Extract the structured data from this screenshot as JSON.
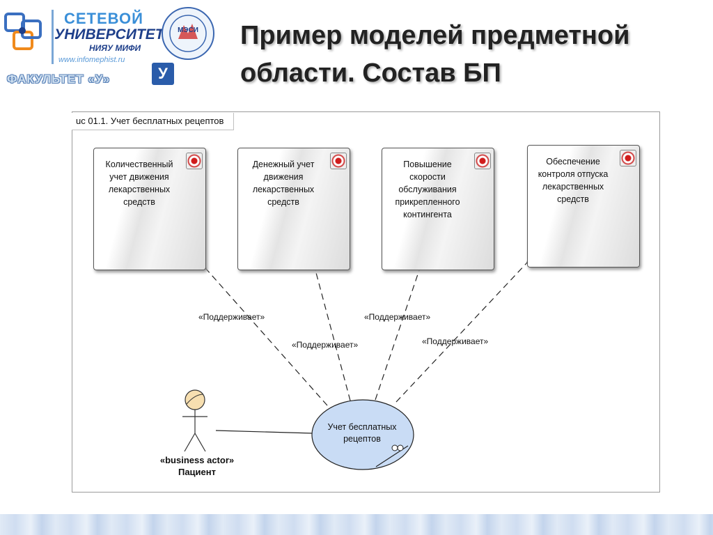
{
  "header": {
    "logo_line1": "СЕТЕВОЙ",
    "logo_line2": "УНИВЕРСИТЕТ",
    "logo_line3": "НИЯУ МИФИ",
    "logo_url": "www.infomephist.ru",
    "faculty": "ФАКУЛЬТЕТ «У»",
    "faculty_logo_letter": "У",
    "title": "Пример моделей предметной области. Состав БП"
  },
  "diagram": {
    "frame_label": "uc 01.1. Учет бесплатных рецептов",
    "goals": [
      {
        "text": "Количественный учет движения лекарственных средств",
        "icon": "goal-target-icon"
      },
      {
        "text": "Денежный учет движения лекарственных средств",
        "icon": "goal-target-icon"
      },
      {
        "text": "Повышение скорости обслуживания прикрепленного контингента",
        "icon": "goal-target-icon"
      },
      {
        "text": "Обеспечение контроля отпуска лекарственных средств",
        "icon": "goal-target-icon"
      }
    ],
    "relations": [
      {
        "label": "«Поддерживает»"
      },
      {
        "label": "«Поддерживает»"
      },
      {
        "label": "«Поддерживает»"
      },
      {
        "label": "«Поддерживает»"
      }
    ],
    "actor": {
      "stereotype": "«business actor»",
      "name": "Пациент"
    },
    "use_case": {
      "name": "Учет бесплатных рецептов"
    }
  },
  "colors": {
    "use_case_fill": "#c9dcf5",
    "goal_icon": "#d01c1c",
    "actor_head": "#f7dfb0"
  }
}
